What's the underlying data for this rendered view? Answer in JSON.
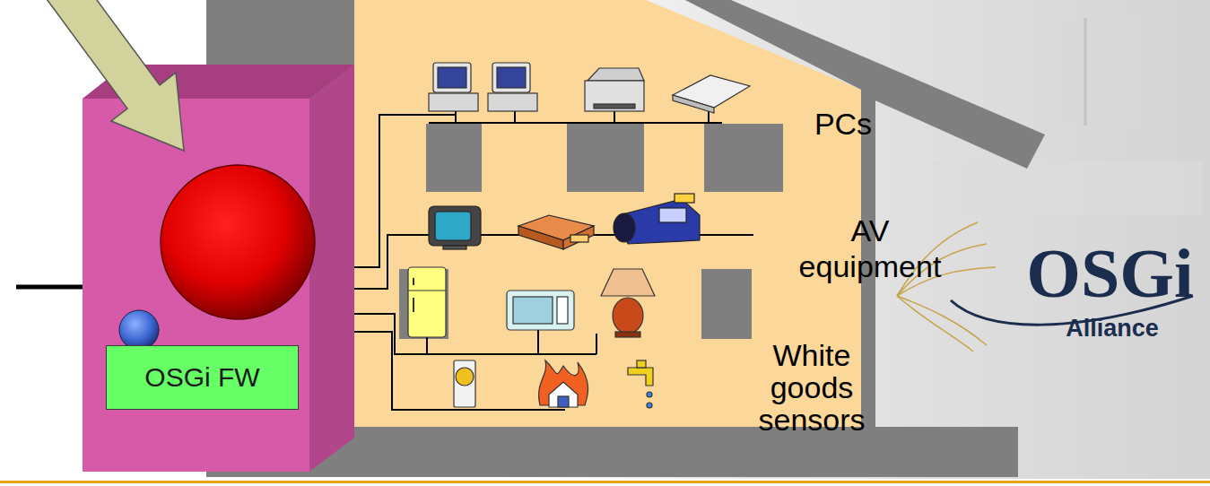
{
  "diagram": {
    "nodes": [
      {
        "text": [
          "OSGi FW"
        ]
      }
    ],
    "labels": [
      "PCs",
      "AV equipment",
      "White goods",
      "sensors",
      "OSGi",
      "Alliance"
    ]
  }
}
